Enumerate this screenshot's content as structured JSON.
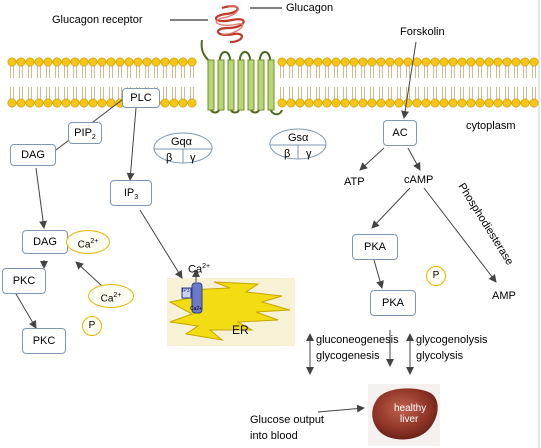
{
  "membrane": {
    "glucagon_receptor": "Glucagon receptor",
    "glucagon": "Glucagon",
    "forskolin": "Forskolin",
    "cytoplasm": "cytoplasm"
  },
  "left_path": {
    "plc": "PLC",
    "pip": "PIP",
    "pip_sub": "2",
    "dag": "DAG",
    "dag2": "DAG",
    "ca_bound": "Ca",
    "ca_bound_sup": "2+",
    "ca_free": "Ca",
    "ca_free_sup": "2+",
    "ip": "IP",
    "ip_sub": "3",
    "pkc1": "PKC",
    "pkc2": "PKC",
    "p1": "P",
    "gq_alpha": "Gqα",
    "gq_beta": "β",
    "gq_gamma": "γ"
  },
  "er": {
    "ca_label": "Ca",
    "ca_sup": "2+",
    "er_label": "ER",
    "ip3_tag": "IP3",
    "ca_channel": "Ca2+"
  },
  "right_path": {
    "gs_alpha": "Gsα",
    "gs_beta": "β",
    "gs_gamma": "γ",
    "ac": "AC",
    "atp": "ATP",
    "camp": "cAMP",
    "phosphodiesterase": "Phosphodiesterase",
    "amp": "AMP",
    "pka1": "PKA",
    "pka2": "PKA",
    "p2": "P"
  },
  "outputs": {
    "gluconeogenesis": "gluconeogenesis",
    "glycogenesis": "glycogenesis",
    "glycogenolysis": "glycogenolysis",
    "glycolysis": "glycolysis",
    "glucose_output_1": "Glucose output",
    "glucose_output_2": "into blood",
    "liver_1": "healthy",
    "liver_2": "liver"
  },
  "colors": {
    "lipid_head": "#f5c518",
    "lipid_head_edge": "#c89400",
    "receptor": "#b8d774",
    "receptor_edge": "#6f8f2e",
    "box_border": "#7f97b3",
    "p_circle": "#e8b400",
    "er_fill": "#f2dc12",
    "liver": "#9b3a2e"
  }
}
